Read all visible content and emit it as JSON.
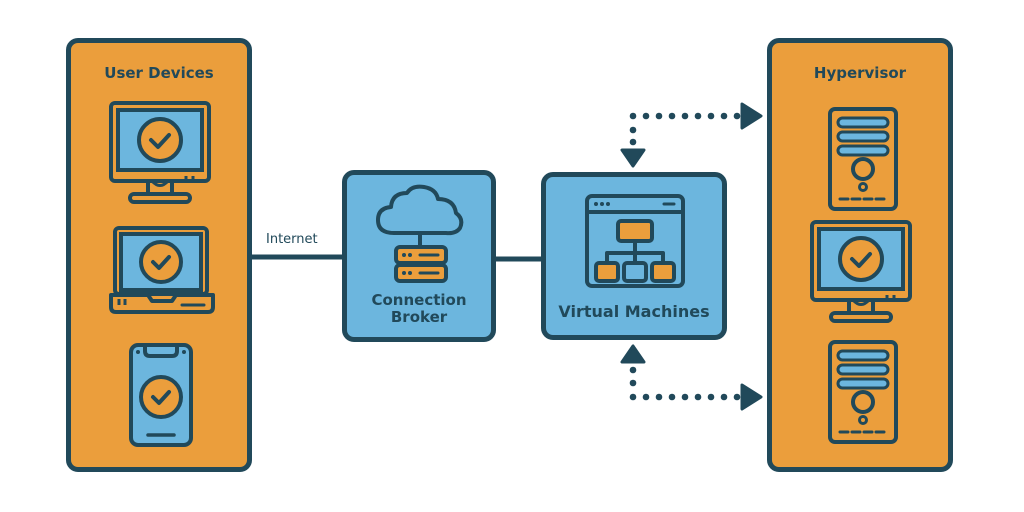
{
  "diagram": {
    "colors": {
      "panel_fill": "#EB9E3C",
      "node_fill": "#6CB6DE",
      "outline": "#21495A",
      "background": "#FFFFFF"
    },
    "user_devices": {
      "title": "User Devices",
      "devices": [
        {
          "type": "desktop-monitor",
          "status": "check"
        },
        {
          "type": "laptop",
          "status": "check"
        },
        {
          "type": "smartphone",
          "status": "check"
        }
      ]
    },
    "connection_broker": {
      "title_line1": "Connection",
      "title_line2": "Broker",
      "icon": "cloud-server-icon"
    },
    "virtual_machines": {
      "title": "Virtual Machines",
      "icon": "hierarchy-window-icon"
    },
    "hypervisor": {
      "title": "Hypervisor",
      "items": [
        {
          "type": "server-tower"
        },
        {
          "type": "desktop-monitor",
          "status": "check"
        },
        {
          "type": "server-tower"
        }
      ]
    },
    "connections": [
      {
        "from": "User Devices",
        "to": "Connection Broker",
        "label": "Internet",
        "style": "solid"
      },
      {
        "from": "Connection Broker",
        "to": "Virtual Machines",
        "label": "",
        "style": "solid"
      },
      {
        "from": "Virtual Machines",
        "to": "Hypervisor",
        "label": "",
        "style": "dotted-bidirectional"
      },
      {
        "from": "Virtual Machines",
        "to": "Hypervisor",
        "label": "",
        "style": "dotted-bidirectional"
      }
    ]
  }
}
